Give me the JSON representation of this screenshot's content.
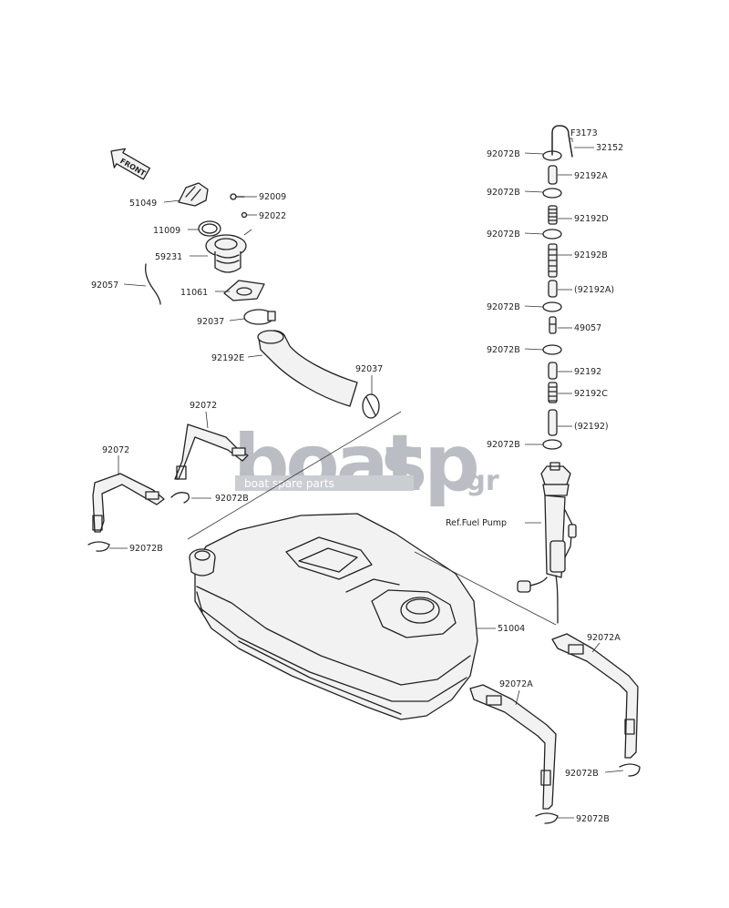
{
  "front_badge": "FRONT",
  "watermark": {
    "brand_left": "boat",
    "brand_right": "sp",
    "tld": ".gr",
    "tagline": "boat spare parts",
    "color": "#9aa0aa"
  },
  "labels": [
    {
      "id": "l-f3173",
      "text": "F3173"
    },
    {
      "id": "l-32152",
      "text": "32152"
    },
    {
      "id": "l-92072b-1",
      "text": "92072B"
    },
    {
      "id": "l-92192a",
      "text": "92192A"
    },
    {
      "id": "l-92072b-2",
      "text": "92072B"
    },
    {
      "id": "l-92192d",
      "text": "92192D"
    },
    {
      "id": "l-92072b-3",
      "text": "92072B"
    },
    {
      "id": "l-92192b",
      "text": "92192B"
    },
    {
      "id": "l-92192a-ref",
      "text": "(92192A)"
    },
    {
      "id": "l-92072b-4",
      "text": "92072B"
    },
    {
      "id": "l-49057",
      "text": "49057"
    },
    {
      "id": "l-92072b-5",
      "text": "92072B"
    },
    {
      "id": "l-92192",
      "text": "92192"
    },
    {
      "id": "l-92192c",
      "text": "92192C"
    },
    {
      "id": "l-92192-ref",
      "text": "(92192)"
    },
    {
      "id": "l-92072b-6",
      "text": "92072B"
    },
    {
      "id": "l-ref-fuel-pump",
      "text": "Ref.Fuel Pump"
    },
    {
      "id": "l-51049",
      "text": "51049"
    },
    {
      "id": "l-92009",
      "text": "92009"
    },
    {
      "id": "l-92022",
      "text": "92022"
    },
    {
      "id": "l-11009",
      "text": "11009"
    },
    {
      "id": "l-59231",
      "text": "59231"
    },
    {
      "id": "l-92057",
      "text": "92057"
    },
    {
      "id": "l-11061",
      "text": "11061"
    },
    {
      "id": "l-92037-1",
      "text": "92037"
    },
    {
      "id": "l-92192e",
      "text": "92192E"
    },
    {
      "id": "l-92037-2",
      "text": "92037"
    },
    {
      "id": "l-92072-1",
      "text": "92072"
    },
    {
      "id": "l-92072-2",
      "text": "92072"
    },
    {
      "id": "l-92072b-7",
      "text": "92072B"
    },
    {
      "id": "l-92072b-8",
      "text": "92072B"
    },
    {
      "id": "l-51004",
      "text": "51004"
    },
    {
      "id": "l-92072a-1",
      "text": "92072A"
    },
    {
      "id": "l-92072a-2",
      "text": "92072A"
    },
    {
      "id": "l-92072b-9",
      "text": "92072B"
    },
    {
      "id": "l-92072b-10",
      "text": "92072B"
    }
  ]
}
